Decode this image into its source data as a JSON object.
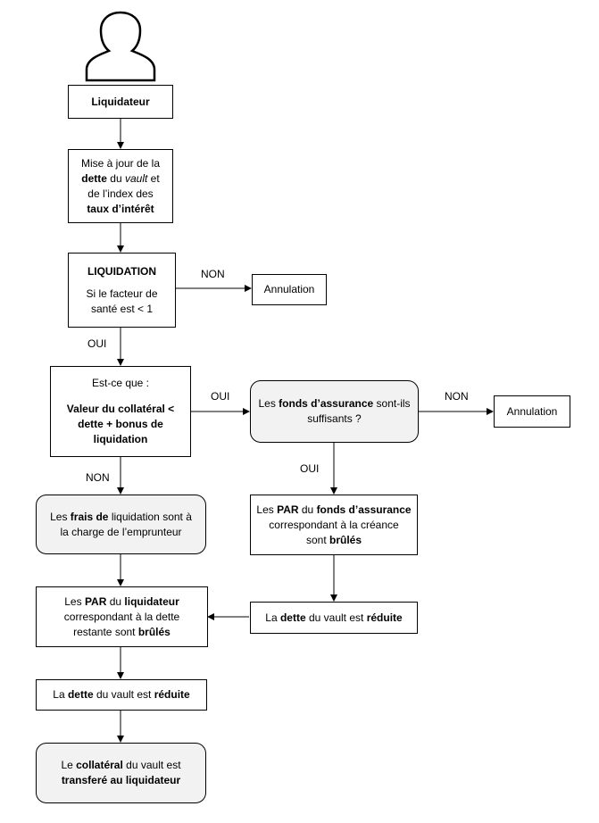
{
  "actor": {
    "icon": "user-icon"
  },
  "nodes": {
    "liquidateur": {
      "text": "Liquidateur"
    },
    "mise_a_jour": {
      "l1": "Mise à jour de la",
      "l2_b": "dette",
      "l2_t": " du ",
      "l2_i": "vault",
      "l2_e": " et",
      "l3": "de l’index des",
      "l4": "taux d’intérêt"
    },
    "liquidation": {
      "title": "LIQUIDATION",
      "l1": "Si le facteur de",
      "l2": "santé est < 1"
    },
    "annulation_1": {
      "text": "Annulation"
    },
    "est_ce_que": {
      "l1": "Est-ce que :",
      "l2": "Valeur du collatéral <",
      "l3": "dette + bonus de",
      "l4": "liquidation"
    },
    "fonds_assurance": {
      "a": "Les ",
      "b": "fonds d’assurance",
      "c": " sont-ils",
      "l2": "suffisants ?"
    },
    "annulation_2": {
      "text": "Annulation"
    },
    "frais": {
      "a": "Les ",
      "b": "frais de",
      "c": " liquidation sont à",
      "l2": "la charge de l’emprunteur"
    },
    "par_fonds": {
      "a": "Les ",
      "b": "PAR",
      "c": " du ",
      "d": "fonds d’assurance",
      "l2": "correspondant à la créance",
      "l3a": "sont ",
      "l3b": "brûlés"
    },
    "par_liquidateur": {
      "a": "Les ",
      "b": "PAR",
      "c": " du ",
      "d": "liquidateur",
      "l2": "correspondant à la dette",
      "l3a": "restante sont ",
      "l3b": "brûlés"
    },
    "dette_reduite_r": {
      "a": "La ",
      "b": "dette",
      "c": " du vault est ",
      "d": "réduite"
    },
    "dette_reduite_l": {
      "a": "La ",
      "b": "dette",
      "c": " du vault est ",
      "d": "réduite"
    },
    "collateral": {
      "a": "Le ",
      "b": "collatéral",
      "c": " du vault est",
      "l2": "transferé au liquidateur"
    }
  },
  "edge_labels": {
    "non_1": "NON",
    "oui_1": "OUI",
    "oui_2": "OUI",
    "non_2": "NON",
    "oui_3": "OUI",
    "non_3": "NON"
  },
  "colors": {
    "line": "#000000",
    "rounded_fill": "#f2f2f2"
  }
}
